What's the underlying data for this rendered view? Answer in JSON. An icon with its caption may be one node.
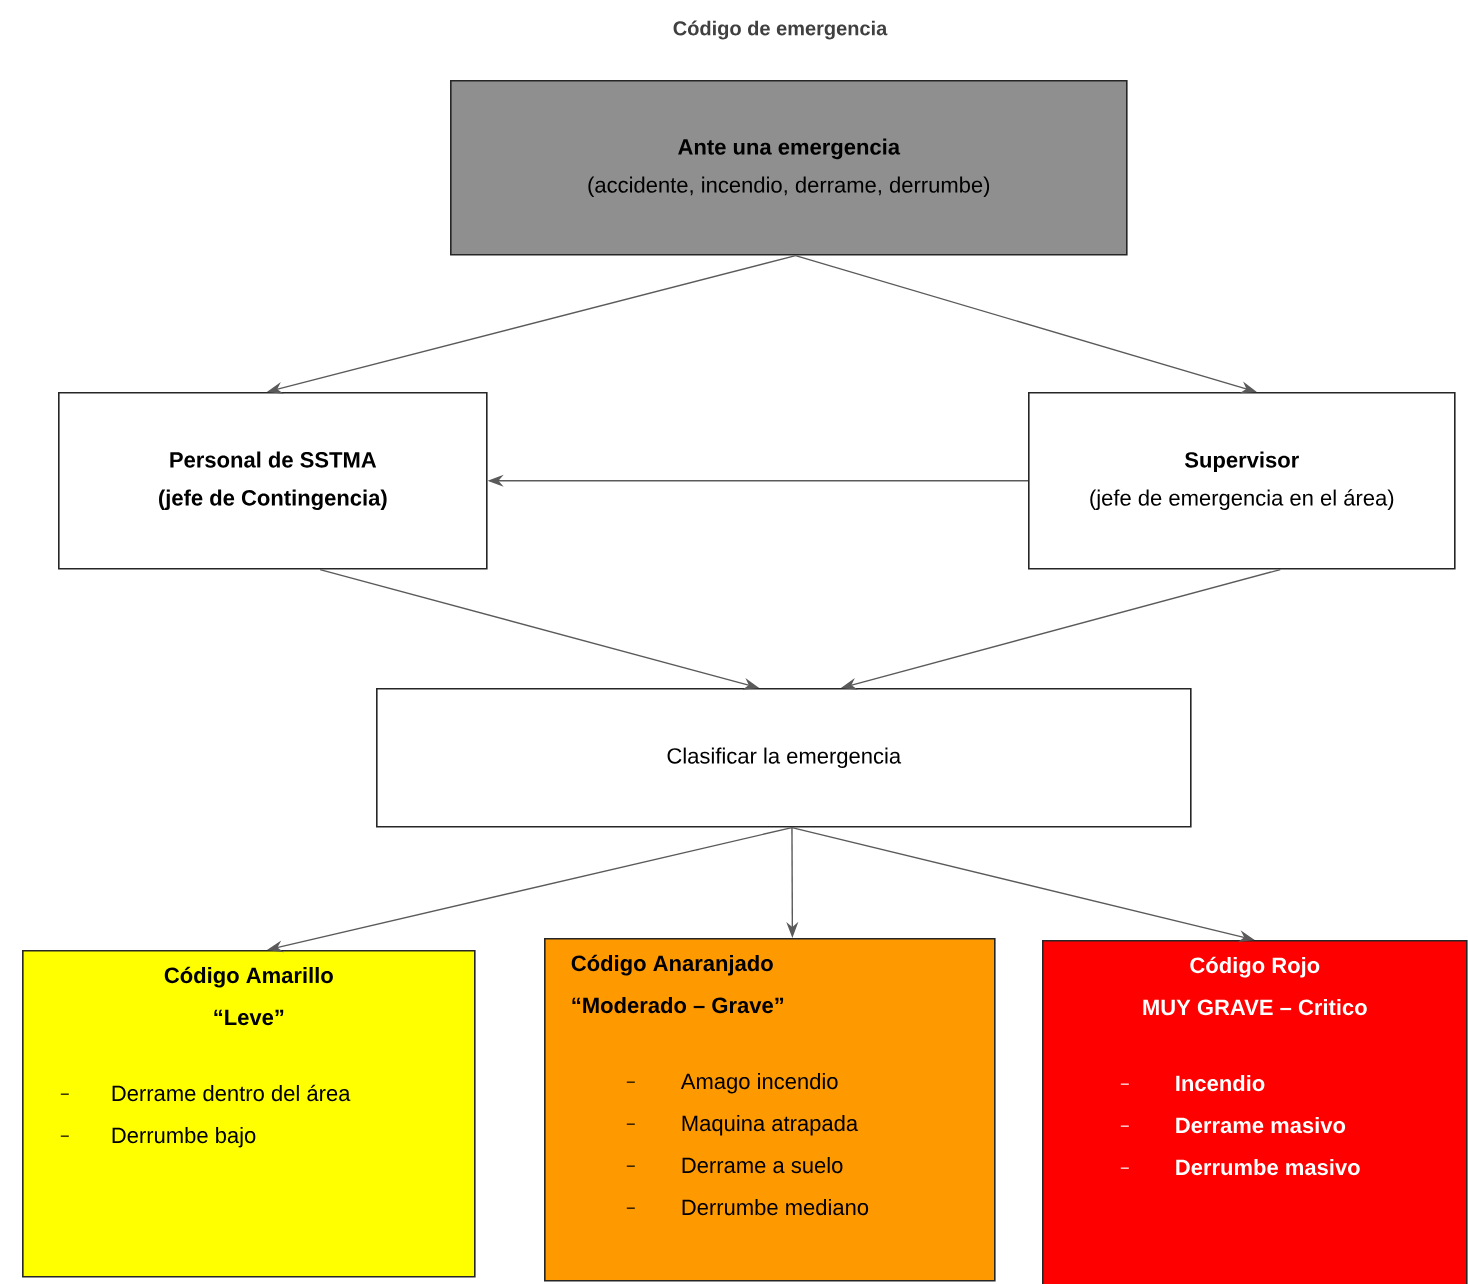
{
  "diagram": {
    "title": "Código de emergencia",
    "nodes": [
      {
        "text": [
          "Ante una emergencia",
          "(accidente, incendio, derrame, derrumbe)"
        ]
      },
      {
        "text": [
          "Personal de SSTMA",
          "(jefe de Contingencia)"
        ]
      },
      {
        "text": [
          "Supervisor",
          "(jefe de emergencia en el área)"
        ]
      },
      {
        "text": [
          "Clasificar la emergencia"
        ]
      },
      {
        "text": [
          "Código Amarillo",
          "“Leve”",
          "Derrame dentro del área",
          "Derrumbe bajo"
        ]
      },
      {
        "text": [
          "Código Anaranjado",
          "“Moderado – Grave”",
          "Amago incendio",
          "Maquina atrapada",
          "Derrame a suelo",
          "Derrumbe mediano"
        ]
      },
      {
        "text": [
          "Código Rojo",
          "MUY GRAVE – Critico",
          "Incendio",
          "Derrame masivo",
          "Derrumbe masivo"
        ]
      }
    ],
    "edges": [
      {
        "from": 0,
        "to": 1,
        "arrow": "to"
      },
      {
        "from": 0,
        "to": 2,
        "arrow": "to"
      },
      {
        "from": 2,
        "to": 1,
        "arrow": "to"
      },
      {
        "from": 1,
        "to": 3,
        "arrow": "to"
      },
      {
        "from": 2,
        "to": 3,
        "arrow": "to"
      },
      {
        "from": 3,
        "to": 4,
        "arrow": "to"
      },
      {
        "from": 3,
        "to": 5,
        "arrow": "to"
      },
      {
        "from": 3,
        "to": 6,
        "arrow": "to"
      }
    ]
  }
}
